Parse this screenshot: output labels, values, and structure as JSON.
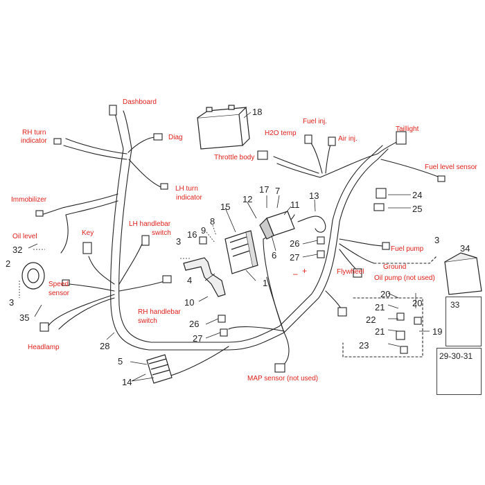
{
  "labels": {
    "dashboard": "Dashboard",
    "diag": "Diag",
    "rh_turn": [
      "RH turn",
      "indicator"
    ],
    "lh_turn": [
      "LH turn",
      "indicator"
    ],
    "immobilizer": "Immobilizer",
    "oil_level": "Oil level",
    "key": "Key",
    "lh_handlebar": [
      "LH handlebar",
      "switch"
    ],
    "speed_sensor": [
      "Speed",
      "sensor"
    ],
    "rh_handlebar": [
      "RH handlebar",
      "switch"
    ],
    "headlamp": "Headlamp",
    "throttle_body": "Throttle body",
    "h2o_temp": "H2O temp",
    "fuel_inj": "Fuel inj.",
    "air_inj": "Air inj.",
    "taillight": "Taillight",
    "fuel_level_sensor": "Fuel level sensor",
    "fuel_pump": "Fuel pump",
    "ground": "Ground",
    "oil_pump": "Oil pump (not used)",
    "flywheel": "Flywheel",
    "map_sensor": "MAP sensor (not used)"
  },
  "numbers": {
    "n18": "18",
    "n17": "17",
    "n7": "7",
    "n12": "12",
    "n15": "15",
    "n11": "11",
    "n13": "13",
    "n24": "24",
    "n25": "25",
    "n26a": "26",
    "n27a": "27",
    "n6": "6",
    "n8": "8",
    "n9": "9",
    "n16": "16",
    "n3a": "3",
    "n4": "4",
    "n1": "1",
    "n10": "10",
    "n3b": "3",
    "n34": "34",
    "n20a": "20",
    "n20b": "20",
    "n21a": "21",
    "n22": "22",
    "n21b": "21",
    "n23": "23",
    "n19": "19",
    "n33": "33",
    "n29": "29-30-31",
    "n32": "32",
    "n2": "2",
    "n3c": "3",
    "n35": "35",
    "n28": "28",
    "n26b": "26",
    "n27b": "27",
    "n5": "5",
    "n14": "14"
  },
  "colors": {
    "label": "#e0201a",
    "line": "#222222",
    "number": "#222222"
  }
}
